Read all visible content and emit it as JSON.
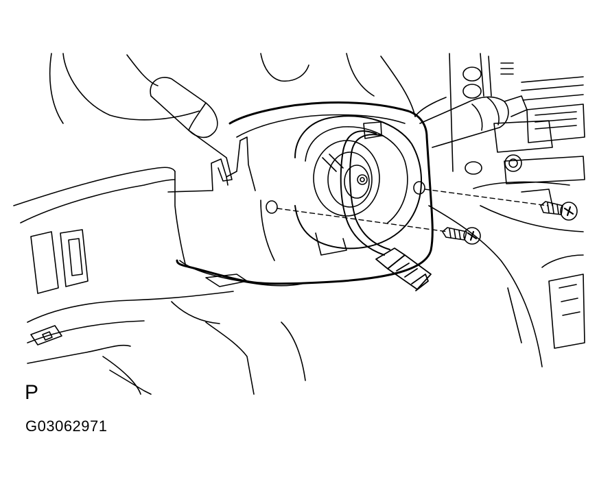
{
  "view_label": "P",
  "figure_code": "G03062971",
  "colors": {
    "ink": "#000000",
    "paper": "#ffffff"
  },
  "parts": [
    "steering-column-cover",
    "spiral-cable",
    "connector",
    "screw",
    "combination-switch-lever",
    "instrument-panel"
  ]
}
